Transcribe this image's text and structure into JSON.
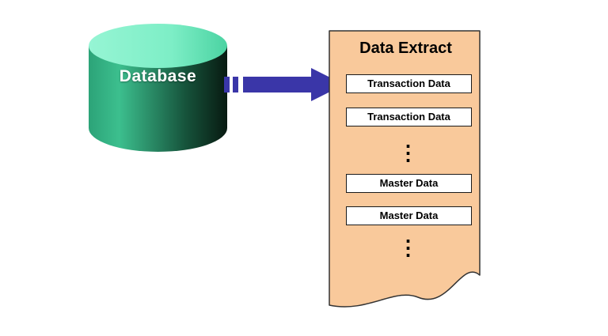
{
  "diagram": {
    "database": {
      "label": "Database"
    },
    "arrow": {
      "direction": "right",
      "style": "dashed-start"
    },
    "document": {
      "title": "Data Extract",
      "items": [
        "Transaction Data",
        "Transaction Data",
        "⋮",
        "Master Data",
        "Master Data",
        "⋮"
      ]
    },
    "colors": {
      "cylinder_top_light": "#8DF3CF",
      "cylinder_body_green": "#33B184",
      "cylinder_body_dark": "#081A11",
      "arrow_blue": "#3A36A8",
      "document_fill": "#F9C99B",
      "document_stroke": "#333333",
      "item_box_fill": "#FFFFFF",
      "item_box_stroke": "#1A1A1A",
      "text_dark": "#000000",
      "text_light": "#FFFFFF"
    }
  }
}
